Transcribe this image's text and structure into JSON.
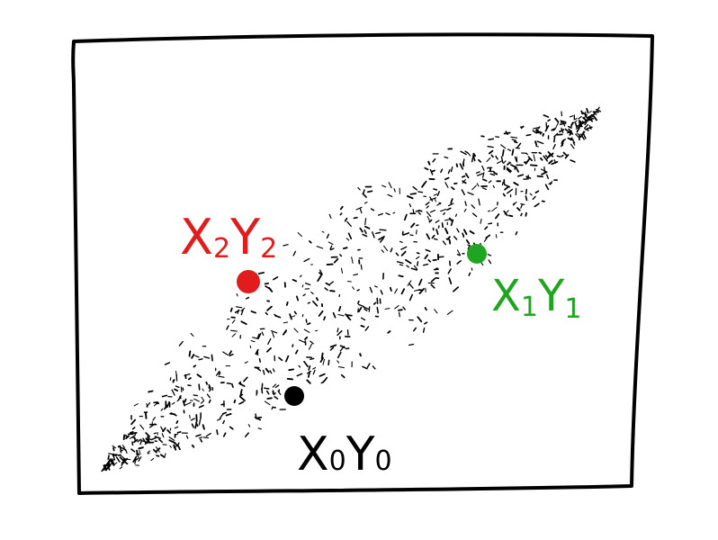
{
  "points": [
    {
      "id": "p0",
      "letter_x": "X",
      "sub_x": "0",
      "letter_y": "Y",
      "sub_y": "0",
      "color": "#000000"
    },
    {
      "id": "p1",
      "letter_x": "X",
      "sub_x": "1",
      "letter_y": "Y",
      "sub_y": "1",
      "color": "#1fa51f"
    },
    {
      "id": "p2",
      "letter_x": "X",
      "sub_x": "2",
      "letter_y": "Y",
      "sub_y": "2",
      "color": "#e01c1c"
    }
  ],
  "colors": {
    "frame": "#000000",
    "scatter": "#000000",
    "background": "#ffffff"
  }
}
